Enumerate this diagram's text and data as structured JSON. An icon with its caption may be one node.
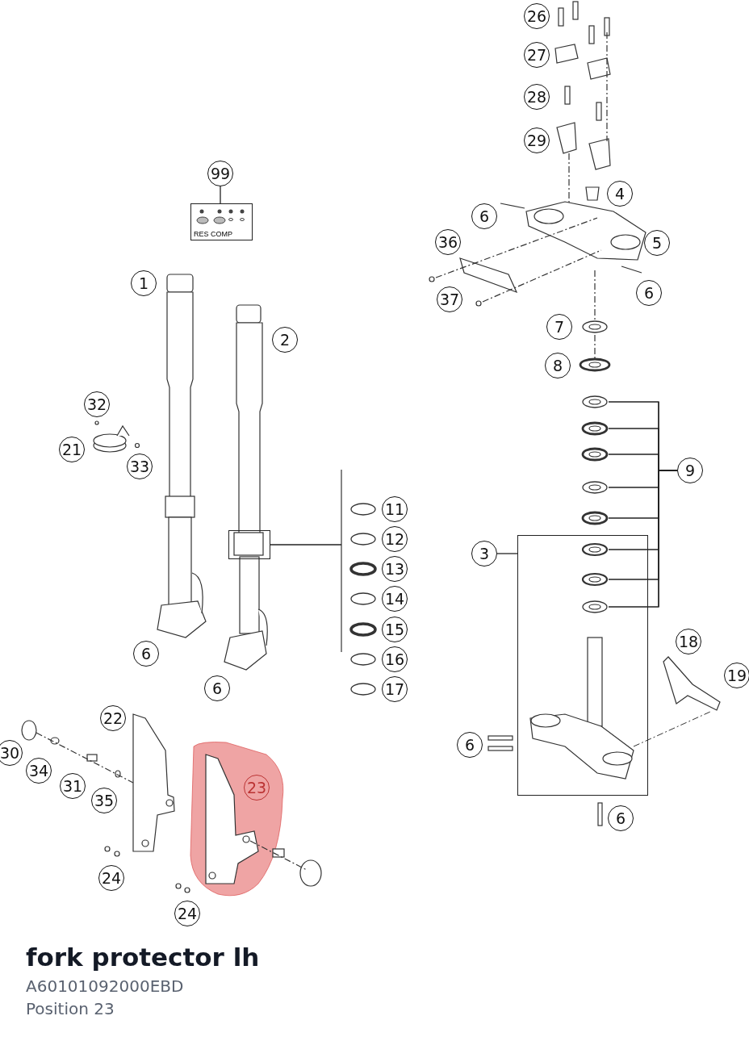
{
  "diagram": {
    "title": "fork protector lh",
    "nodes": [
      {
        "text": [
          "26"
        ]
      },
      {
        "text": [
          "27"
        ]
      },
      {
        "text": [
          "28"
        ]
      },
      {
        "text": [
          "29"
        ]
      },
      {
        "text": [
          "99"
        ]
      },
      {
        "text": [
          "RES COMP"
        ]
      },
      {
        "text": [
          "4"
        ]
      },
      {
        "text": [
          "6"
        ]
      },
      {
        "text": [
          "36"
        ]
      },
      {
        "text": [
          "5"
        ]
      },
      {
        "text": [
          "37"
        ]
      },
      {
        "text": [
          "6"
        ]
      },
      {
        "text": [
          "1"
        ]
      },
      {
        "text": [
          "2"
        ]
      },
      {
        "text": [
          "7"
        ]
      },
      {
        "text": [
          "8"
        ]
      },
      {
        "text": [
          "32"
        ]
      },
      {
        "text": [
          "21"
        ]
      },
      {
        "text": [
          "33"
        ]
      },
      {
        "text": [
          "9"
        ]
      },
      {
        "text": [
          "3"
        ]
      },
      {
        "text": [],
        "shape": "box"
      },
      {
        "text": [],
        "shape": "picture"
      },
      {
        "text": [],
        "shape": "picture"
      },
      {
        "text": [],
        "shape": "picture"
      },
      {
        "text": [],
        "shape": "picture"
      },
      {
        "text": [],
        "shape": "picture"
      },
      {
        "text": [],
        "shape": "picture",
        "in": 21
      },
      {
        "text": [],
        "shape": "picture",
        "in": 21
      },
      {
        "text": [],
        "shape": "picture",
        "in": 21
      },
      {
        "text": [],
        "shape": "box"
      },
      {
        "text": [],
        "shape": "picture"
      },
      {
        "text": [
          "11"
        ]
      },
      {
        "text": [
          "12"
        ]
      },
      {
        "text": [
          "13"
        ]
      },
      {
        "text": [
          "14"
        ]
      },
      {
        "text": [
          "15"
        ]
      },
      {
        "text": [
          "16"
        ]
      },
      {
        "text": [
          "17"
        ]
      },
      {
        "text": [
          "6"
        ]
      },
      {
        "text": [
          "6"
        ]
      },
      {
        "text": [
          "18"
        ]
      },
      {
        "text": [
          "19"
        ]
      },
      {
        "text": [
          "22"
        ]
      },
      {
        "text": [
          "30"
        ]
      },
      {
        "text": [
          "34"
        ]
      },
      {
        "text": [
          "31"
        ]
      },
      {
        "text": [
          "35"
        ]
      },
      {
        "text": [
          "23"
        ]
      },
      {
        "text": [
          "6"
        ]
      },
      {
        "text": [
          "6"
        ]
      },
      {
        "text": [
          "24"
        ]
      },
      {
        "text": [
          "24"
        ]
      }
    ],
    "edges": [
      {
        "from": 4,
        "to": 5,
        "arrow": "none"
      },
      {
        "from": 19,
        "to": 22,
        "arrow": "none"
      },
      {
        "from": 19,
        "to": 23,
        "arrow": "none"
      },
      {
        "from": 19,
        "to": 24,
        "arrow": "none"
      },
      {
        "from": 19,
        "to": 25,
        "arrow": "none"
      },
      {
        "from": 19,
        "to": 26,
        "arrow": "none"
      },
      {
        "from": 19,
        "to": 27,
        "arrow": "none"
      },
      {
        "from": 19,
        "to": 28,
        "arrow": "none"
      },
      {
        "from": 19,
        "to": 29,
        "arrow": "none"
      },
      {
        "from": 20,
        "to": 21,
        "arrow": "none"
      },
      {
        "from": 30,
        "to": 31,
        "arrow": "none"
      }
    ],
    "labels": [
      "A60101092000EBD",
      "Position 23"
    ]
  }
}
